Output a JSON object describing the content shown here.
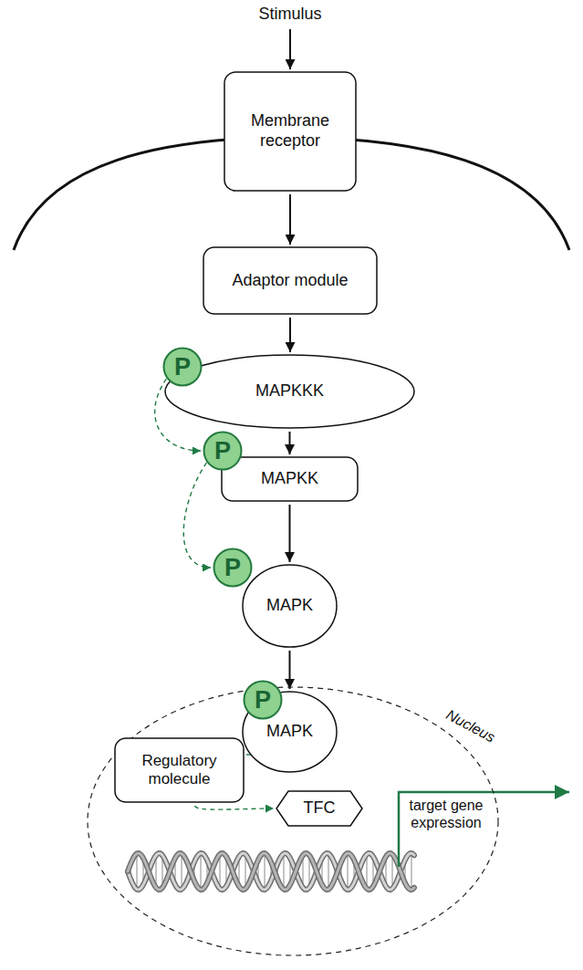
{
  "diagram": {
    "nodes": [
      {
        "text": [
          "Membrane receptor"
        ]
      },
      {
        "text": [
          "Adaptor module"
        ]
      },
      {
        "text": [
          "P"
        ]
      },
      {
        "text": [
          "MAPKKK"
        ]
      },
      {
        "text": [
          "P"
        ]
      },
      {
        "text": [
          "MAPKK"
        ]
      },
      {
        "text": [
          "P"
        ]
      },
      {
        "text": [
          "MAPK"
        ]
      },
      {
        "text": [
          "Nucleus"
        ]
      },
      {
        "text": [
          "P"
        ],
        "in": 8
      },
      {
        "text": [
          "MAPK"
        ],
        "in": 8
      },
      {
        "text": [
          "Regulatory molecule"
        ],
        "in": 8
      },
      {
        "text": [
          "TFC"
        ],
        "in": 8
      }
    ],
    "edges": [
      {
        "from": 0,
        "to": 1,
        "arrow": "to"
      },
      {
        "from": 1,
        "to": 3,
        "arrow": "to"
      },
      {
        "from": 3,
        "to": 5,
        "arrow": "to"
      },
      {
        "from": 5,
        "to": 7,
        "arrow": "to"
      },
      {
        "from": 7,
        "to": 10,
        "arrow": "to"
      },
      {
        "from": 2,
        "to": 4,
        "arrow": "to"
      },
      {
        "from": 4,
        "to": 6,
        "arrow": "to"
      },
      {
        "from": 10,
        "to": 11,
        "arrow": "none"
      },
      {
        "from": 11,
        "to": 12,
        "arrow": "to"
      }
    ],
    "labels": [
      "Stimulus",
      "target gene expression"
    ]
  }
}
